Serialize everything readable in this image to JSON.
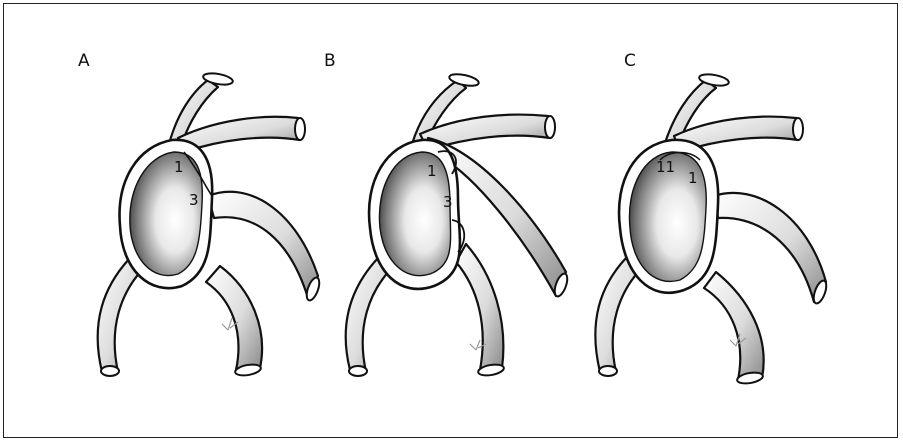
{
  "panels": [
    {
      "letter": "A",
      "labels": [
        "1",
        "3"
      ]
    },
    {
      "letter": "B",
      "labels": [
        "1",
        "3"
      ]
    },
    {
      "letter": "C",
      "labels": [
        "11",
        "1"
      ]
    }
  ]
}
